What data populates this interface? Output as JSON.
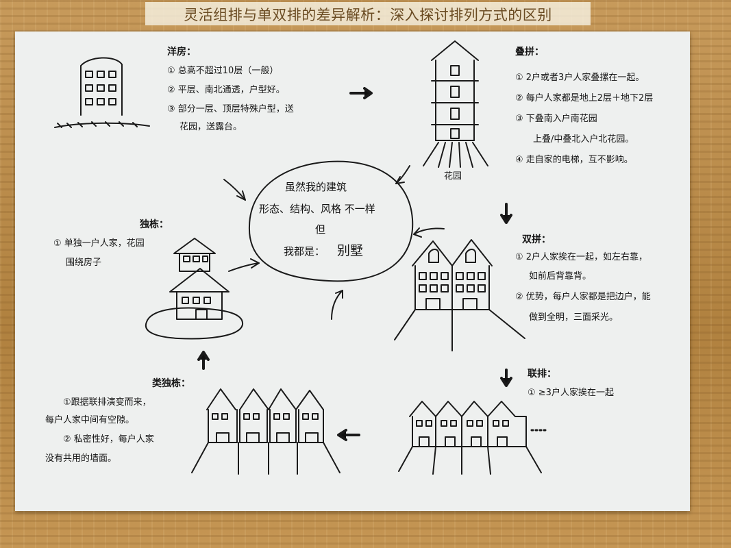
{
  "banner_title": "灵活组排与单双排的差异解析：深入探讨排列方式的区别",
  "center": {
    "line1": "虽然我的建筑",
    "line2": "形态、结构、风格 不一样",
    "line3": "但",
    "line4": "我都是：",
    "line5": "别墅"
  },
  "yangfang": {
    "title": "洋房：",
    "l1": "① 总高不超过10层（一般）",
    "l2": "② 平层、南北通透，户型好。",
    "l3": "③ 部分一层、顶层特殊户型，送",
    "l4": "花园，送露台。"
  },
  "diepai": {
    "title": "叠拼：",
    "l1": "① 2户或者3户人家叠摞在一起。",
    "l2": "② 每户人家都是地上2层＋地下2层",
    "l3": "③ 下叠南入户南花园",
    "l4": "上叠/中叠北入户北花园。",
    "l5": "④ 走自家的电梯，互不影响。",
    "garden": "花园"
  },
  "shuangpin": {
    "title": "双拼：",
    "l1": "① 2户人家挨在一起，如左右靠，",
    "l2": "如前后背靠背。",
    "l3": "② 优势，每户人家都是把边户，能",
    "l4": "做到全明，三面采光。"
  },
  "lianpai": {
    "title": "联排：",
    "l1": "① ≥3户人家挨在一起"
  },
  "leidudong": {
    "title": "类独栋：",
    "l1": "①跟据联排演变而来，",
    "l2": "每户人家中间有空隙。",
    "l3": "② 私密性好，每户人家",
    "l4": "没有共用的墙面。"
  },
  "dudong": {
    "title": "独栋：",
    "l1": "① 单独一户人家，花园",
    "l2": "围绕房子"
  }
}
